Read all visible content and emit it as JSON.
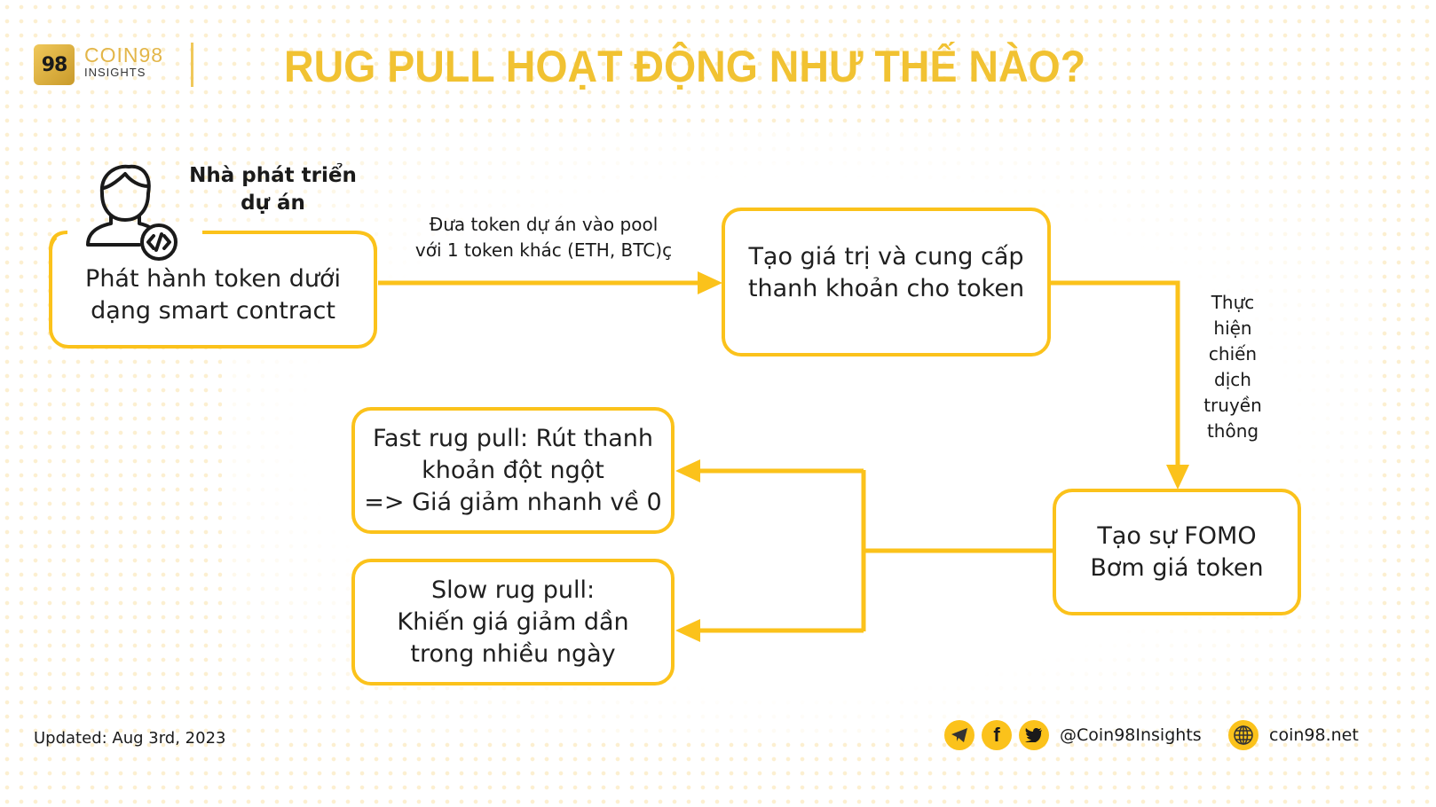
{
  "header": {
    "logo_mark": "98",
    "brand_name": "COIN98",
    "brand_sub": "INSIGHTS",
    "title": "RUG PULL HOẠT ĐỘNG NHƯ THẾ NÀO?"
  },
  "colors": {
    "accent": "#fbc21b",
    "title": "#f1c232",
    "text": "#1a1a1a",
    "background_dots": "#f7d278"
  },
  "actor": {
    "icon": "developer-code-icon",
    "label": "Nhà phát triển\ndự án"
  },
  "nodes": [
    {
      "id": "issue",
      "text": "Phát hành token dưới\ndạng smart contract"
    },
    {
      "id": "liquidity",
      "text": "Tạo giá trị và cung cấp\nthanh khoản cho token"
    },
    {
      "id": "fomo",
      "text": "Tạo sự FOMO\nBơm giá token"
    },
    {
      "id": "fast",
      "text": "Fast rug pull: Rút thanh\nkhoản đột ngột\n=> Giá giảm nhanh về 0"
    },
    {
      "id": "slow",
      "text": "Slow rug pull:\nKhiến giá giảm dần\ntrong nhiều ngày"
    }
  ],
  "edges": [
    {
      "from": "issue",
      "to": "liquidity",
      "label": "Đưa token dự án vào pool\nvới 1 token khác (ETH, BTC)ç"
    },
    {
      "from": "liquidity",
      "to": "fomo",
      "label": "Thực\nhiện\nchiến\ndịch\ntruyền\nthông"
    },
    {
      "from": "fomo",
      "to": "fast",
      "label": ""
    },
    {
      "from": "fomo",
      "to": "slow",
      "label": ""
    }
  ],
  "footer": {
    "updated": "Updated: Aug 3rd, 2023",
    "social_icons": [
      "telegram-icon",
      "facebook-icon",
      "twitter-icon"
    ],
    "handle": "@Coin98Insights",
    "website_icon": "globe-icon",
    "website": "coin98.net"
  }
}
